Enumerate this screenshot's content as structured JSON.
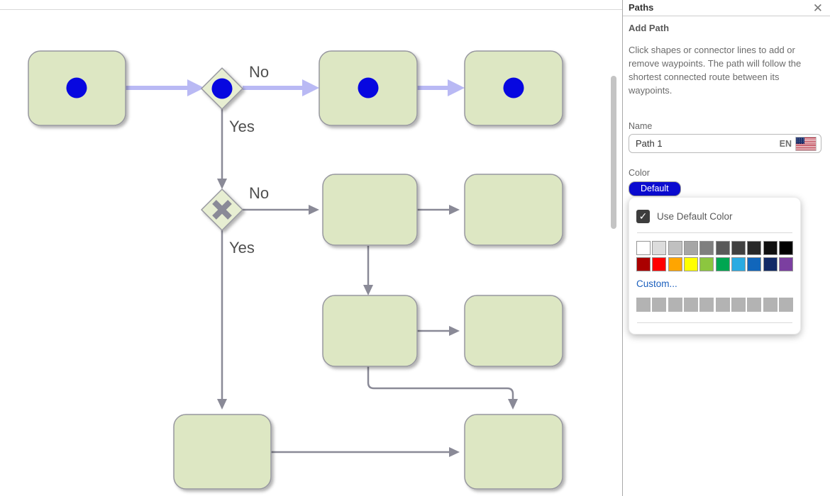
{
  "panel": {
    "title": "Paths",
    "close_icon": "✕",
    "section_title": "Add Path",
    "description": "Click shapes or connector lines to add or remove waypoints. The path will follow the shortest connected route between its waypoints.",
    "name_label": "Name",
    "name_value": "Path 1",
    "lang_code": "EN",
    "flag_icon": "us-flag",
    "color_label": "Color",
    "default_button_label": "Default",
    "color_picker": {
      "use_default_label": "Use Default Color",
      "use_default_checked": true,
      "check_glyph": "✓",
      "custom_link": "Custom...",
      "palette_row1": [
        "#ffffff",
        "#dcdcdc",
        "#c0c0c0",
        "#a6a6a6",
        "#7f7f7f",
        "#595959",
        "#404040",
        "#282828",
        "#101010",
        "#000000"
      ],
      "palette_row2": [
        "#aa0000",
        "#ff0000",
        "#ffa500",
        "#ffff00",
        "#8cc63f",
        "#00a651",
        "#29abe2",
        "#1166bb",
        "#122a66",
        "#7b3fa0"
      ],
      "recent_row": [
        "#b3b3b3",
        "#b3b3b3",
        "#b3b3b3",
        "#b3b3b3",
        "#b3b3b3",
        "#b3b3b3",
        "#b3b3b3",
        "#b3b3b3",
        "#b3b3b3",
        "#b3b3b3"
      ]
    }
  },
  "diagram": {
    "labels": {
      "no1": "No",
      "yes1": "Yes",
      "no2": "No",
      "yes2": "Yes"
    },
    "colors": {
      "node_fill": "#dde7c3",
      "diamond_fill": "#e7eed2",
      "node_border": "#97979f",
      "connector": "#8a8a97",
      "highlight_path": "#b9b9f4",
      "waypoint_dot": "#0707e0"
    }
  }
}
